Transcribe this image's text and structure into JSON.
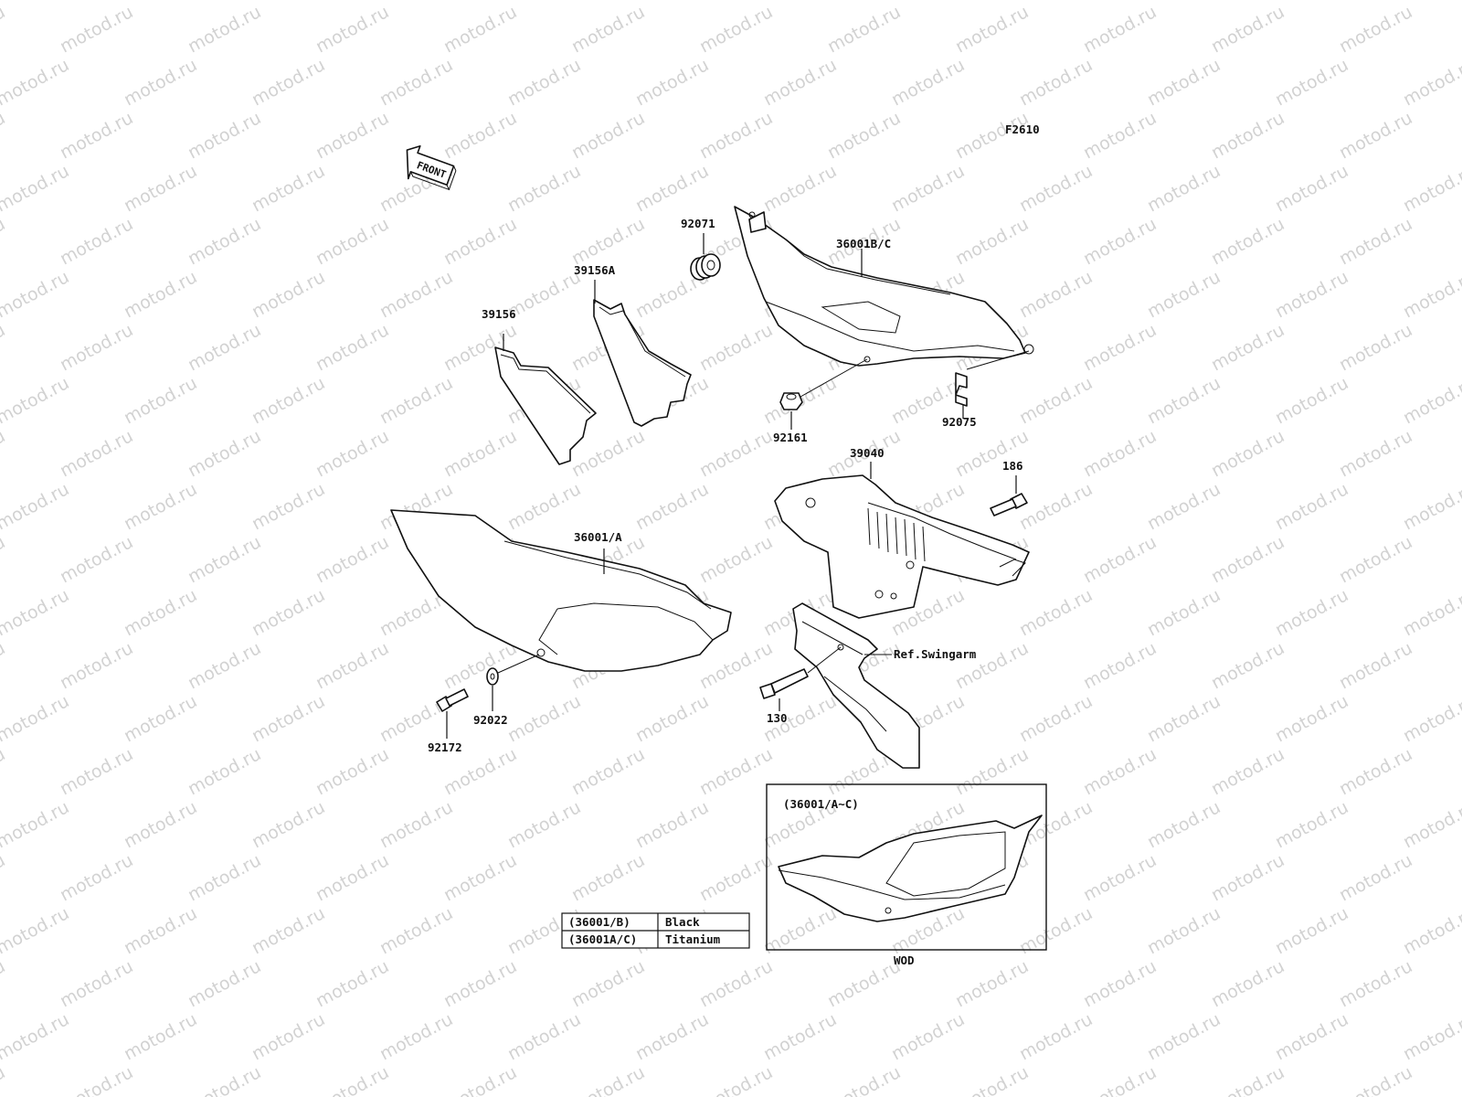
{
  "watermark": "motod.ru",
  "figure_code": "F2610",
  "front_arrow_label": "FRONT",
  "parts": {
    "p92071": "92071",
    "p36001BC": "36001B/C",
    "p39156A": "39156A",
    "p39156": "39156",
    "p92161": "92161",
    "p92075": "92075",
    "p39040": "39040",
    "p186": "186",
    "p36001A": "36001/A",
    "ref_swingarm": "Ref.Swingarm",
    "p130": "130",
    "p92022": "92022",
    "p92172": "92172"
  },
  "inset": {
    "title": "(36001/A~C)",
    "caption": "WOD"
  },
  "color_table": [
    {
      "part": "(36001/B)",
      "color": "Black"
    },
    {
      "part": "(36001A/C)",
      "color": "Titanium"
    }
  ]
}
